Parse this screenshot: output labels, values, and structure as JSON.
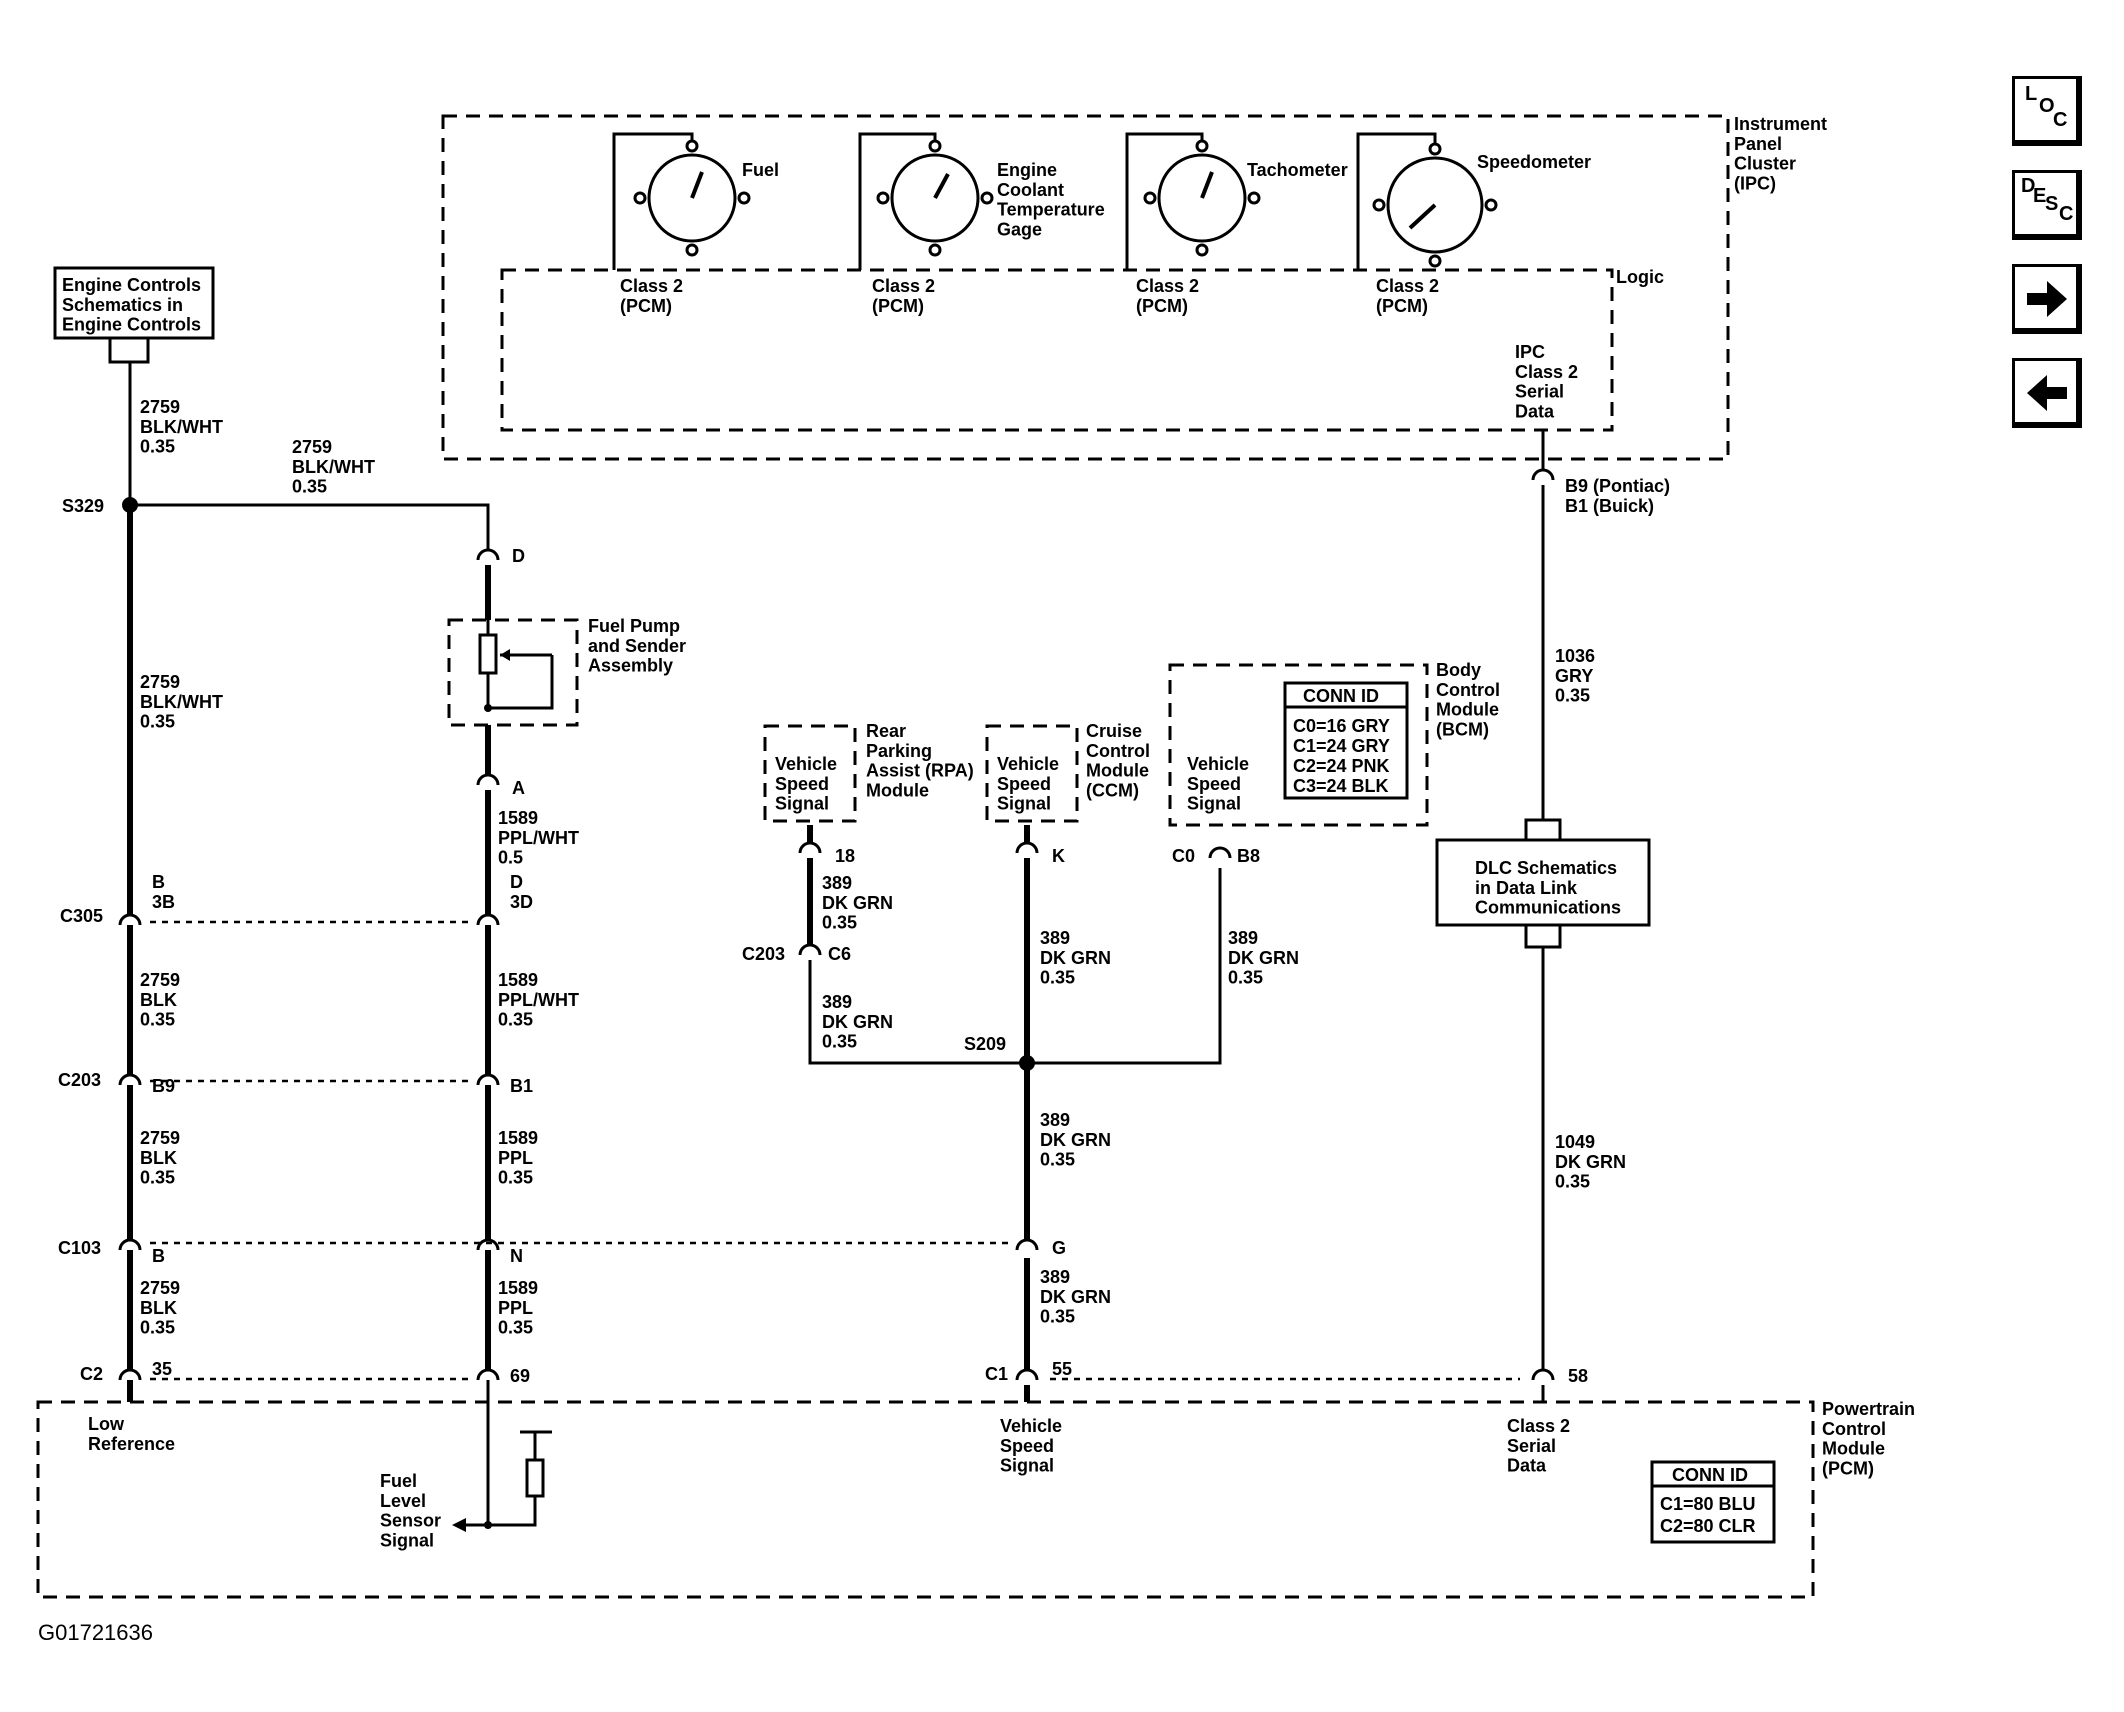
{
  "modules": {
    "ipc": "Instrument\nPanel\nCluster\n(IPC)",
    "logic": "Logic",
    "engine_controls": "Engine Controls\nSchematics in\nEngine Controls",
    "fuel_pump": "Fuel Pump\nand Sender\nAssembly",
    "rpa": "Rear\nParking\nAssist (RPA)\nModule",
    "ccm": "Cruise\nControl\nModule\n(CCM)",
    "bcm": "Body\nControl\nModule\n(BCM)",
    "dlc": "DLC Schematics\nin Data Link\nCommunications",
    "pcm": "Powertrain\nControl\nModule\n(PCM)"
  },
  "gauges": {
    "fuel": "Fuel",
    "ect": "Engine\nCoolant\nTemperature\nGage",
    "tach": "Tachometer",
    "speedo": "Speedometer"
  },
  "ipc_inputs": {
    "class2_pcm": "Class 2\n(PCM)",
    "serial": "IPC\nClass 2\nSerial\nData"
  },
  "vss": "Vehicle\nSpeed\nSignal",
  "bcm_conn_id": {
    "title": "CONN ID",
    "rows": [
      "C0=16 GRY",
      "C1=24 GRY",
      "C2=24 PNK",
      "C3=24 BLK"
    ]
  },
  "pcm_conn_id": {
    "title": "CONN ID",
    "rows": [
      "C1=80 BLU",
      "C2=80 CLR"
    ]
  },
  "pcm_inputs": {
    "low_ref": "Low\nReference",
    "fuel_level": "Fuel\nLevel\nSensor\nSignal",
    "vss": "Vehicle\nSpeed\nSignal",
    "class2": "Class 2\nSerial\nData"
  },
  "splices": {
    "s329": "S329",
    "s209": "S209"
  },
  "connectors": {
    "c305": "C305",
    "c203": "C203",
    "c103": "C103",
    "c2": "C2",
    "c1": "C1",
    "c0": "C0",
    "c203b": "C203"
  },
  "pins": {
    "ipc_b9": "B9 (Pontiac)\nB1 (Buick)",
    "fp_d": "D",
    "fp_a": "A",
    "c305_b": "B\n3B",
    "c305_d": "D\n3D",
    "c203_b9": "B9",
    "c203_b1": "B1",
    "c103_b": "B",
    "c103_n": "N",
    "c103_g": "G",
    "c2_35": "35",
    "c2_69": "69",
    "c1_55": "55",
    "c1_58": "58",
    "rpa_18": "18",
    "ccm_k": "K",
    "bcm_b8": "B8",
    "c203_c6": "C6"
  },
  "wires": {
    "w2759_bw_1": "2759\nBLK/WHT\n0.35",
    "w2759_bw_2": "2759\nBLK/WHT\n0.35",
    "w2759_bw_3": "2759\nBLK/WHT\n0.35",
    "w2759_blk_1": "2759\nBLK\n0.35",
    "w2759_blk_2": "2759\nBLK\n0.35",
    "w2759_blk_3": "2759\nBLK\n0.35",
    "w1589_pw_1": "1589\nPPL/WHT\n0.5",
    "w1589_pw_2": "1589\nPPL/WHT\n0.35",
    "w1589_ppl_1": "1589\nPPL\n0.35",
    "w1589_ppl_2": "1589\nPPL\n0.35",
    "w389_rpa_1": "389\nDK GRN\n0.35",
    "w389_rpa_2": "389\nDK GRN\n0.35",
    "w389_ccm": "389\nDK GRN\n0.35",
    "w389_bcm": "389\nDK GRN\n0.35",
    "w389_main_1": "389\nDK GRN\n0.35",
    "w389_main_2": "389\nDK GRN\n0.35",
    "w1036": "1036\nGRY\n0.35",
    "w1049": "1049\nDK GRN\n0.35"
  },
  "doc_id": "G01721636",
  "nav": {
    "loc": [
      "L",
      "O",
      "C"
    ],
    "desc": [
      "D",
      "E",
      "S",
      "C"
    ],
    "next": "arrow-right",
    "prev": "arrow-left"
  }
}
